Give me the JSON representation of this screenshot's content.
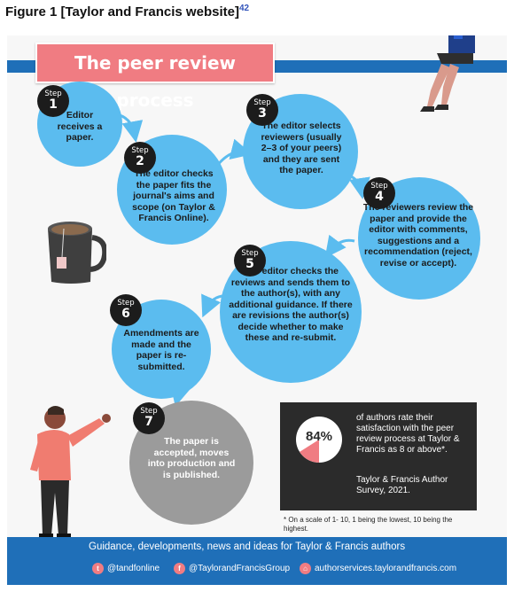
{
  "caption": {
    "text": "Figure 1 [Taylor and Francis website]",
    "ref": "42"
  },
  "banner": {
    "title": "The peer review process"
  },
  "step_word": "Step",
  "steps": [
    {
      "number": "1",
      "text": "Editor receives a paper."
    },
    {
      "number": "2",
      "text": "The editor checks the paper fits the journal's aims and scope (on Taylor & Francis Online)."
    },
    {
      "number": "3",
      "text": "The editor selects reviewers (usually 2–3 of your peers) and they are sent the paper."
    },
    {
      "number": "4",
      "text": "The reviewers review the paper and provide the editor with comments, suggestions and a recommendation (reject, revise or accept)."
    },
    {
      "number": "5",
      "text": "The editor checks the reviews and sends them to the author(s), with any additional guidance. If there are revisions the author(s) decide whether to make these and re-submit."
    },
    {
      "number": "6",
      "text": "Amendments are made and the paper is re-submitted."
    },
    {
      "number": "7",
      "text": "The paper is accepted, moves into production and is published."
    }
  ],
  "stat": {
    "percent_label": "84%",
    "percent_value": 84,
    "text": "of authors rate their satisfaction with the peer review process at Taylor & Francis as 8 or above*.",
    "survey": "Taylor & Francis Author Survey, 2021.",
    "footnote": "* On a scale of 1- 10, 1 being the lowest, 10 being the highest."
  },
  "footer": {
    "tagline": "Guidance, developments, news and ideas for Taylor & Francis authors",
    "twitter": "@tandfonline",
    "facebook": "@TaylorandFrancisGroup",
    "website": "authorservices.taylorandfrancis.com"
  },
  "colors": {
    "blue_circle": "#5bbcef",
    "grey_circle": "#9b9b9b",
    "brand_blue": "#1f6fb8",
    "pink": "#f07c82",
    "dark": "#2b2b2b"
  },
  "icons": [
    "mug-icon",
    "sitting-woman-illustration",
    "standing-man-illustration",
    "twitter-icon",
    "facebook-icon",
    "web-icon"
  ]
}
